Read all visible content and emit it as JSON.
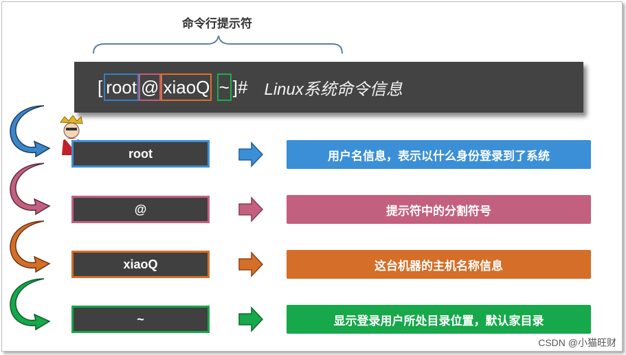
{
  "title": "命令行提示符",
  "prompt": {
    "open_bracket": "[",
    "root": "root",
    "at": "@",
    "host": "xiaoQ",
    "space": " ",
    "tilde": "~",
    "close": "]#",
    "info": "Linux系统命令信息"
  },
  "rows": [
    {
      "label": "root",
      "desc": "用户名信息，表示以什么身份登录到了系统",
      "color": "#3b8fd6"
    },
    {
      "label": "@",
      "desc": "提示符中的分割符号",
      "color": "#c4607f"
    },
    {
      "label": "xiaoQ",
      "desc": "这台机器的主机名称信息",
      "color": "#d56e28"
    },
    {
      "label": "~",
      "desc": "显示登录用户所处目录位置，默认家目录",
      "color": "#16a84a"
    }
  ],
  "watermark": "CSDN @小猫旺财"
}
